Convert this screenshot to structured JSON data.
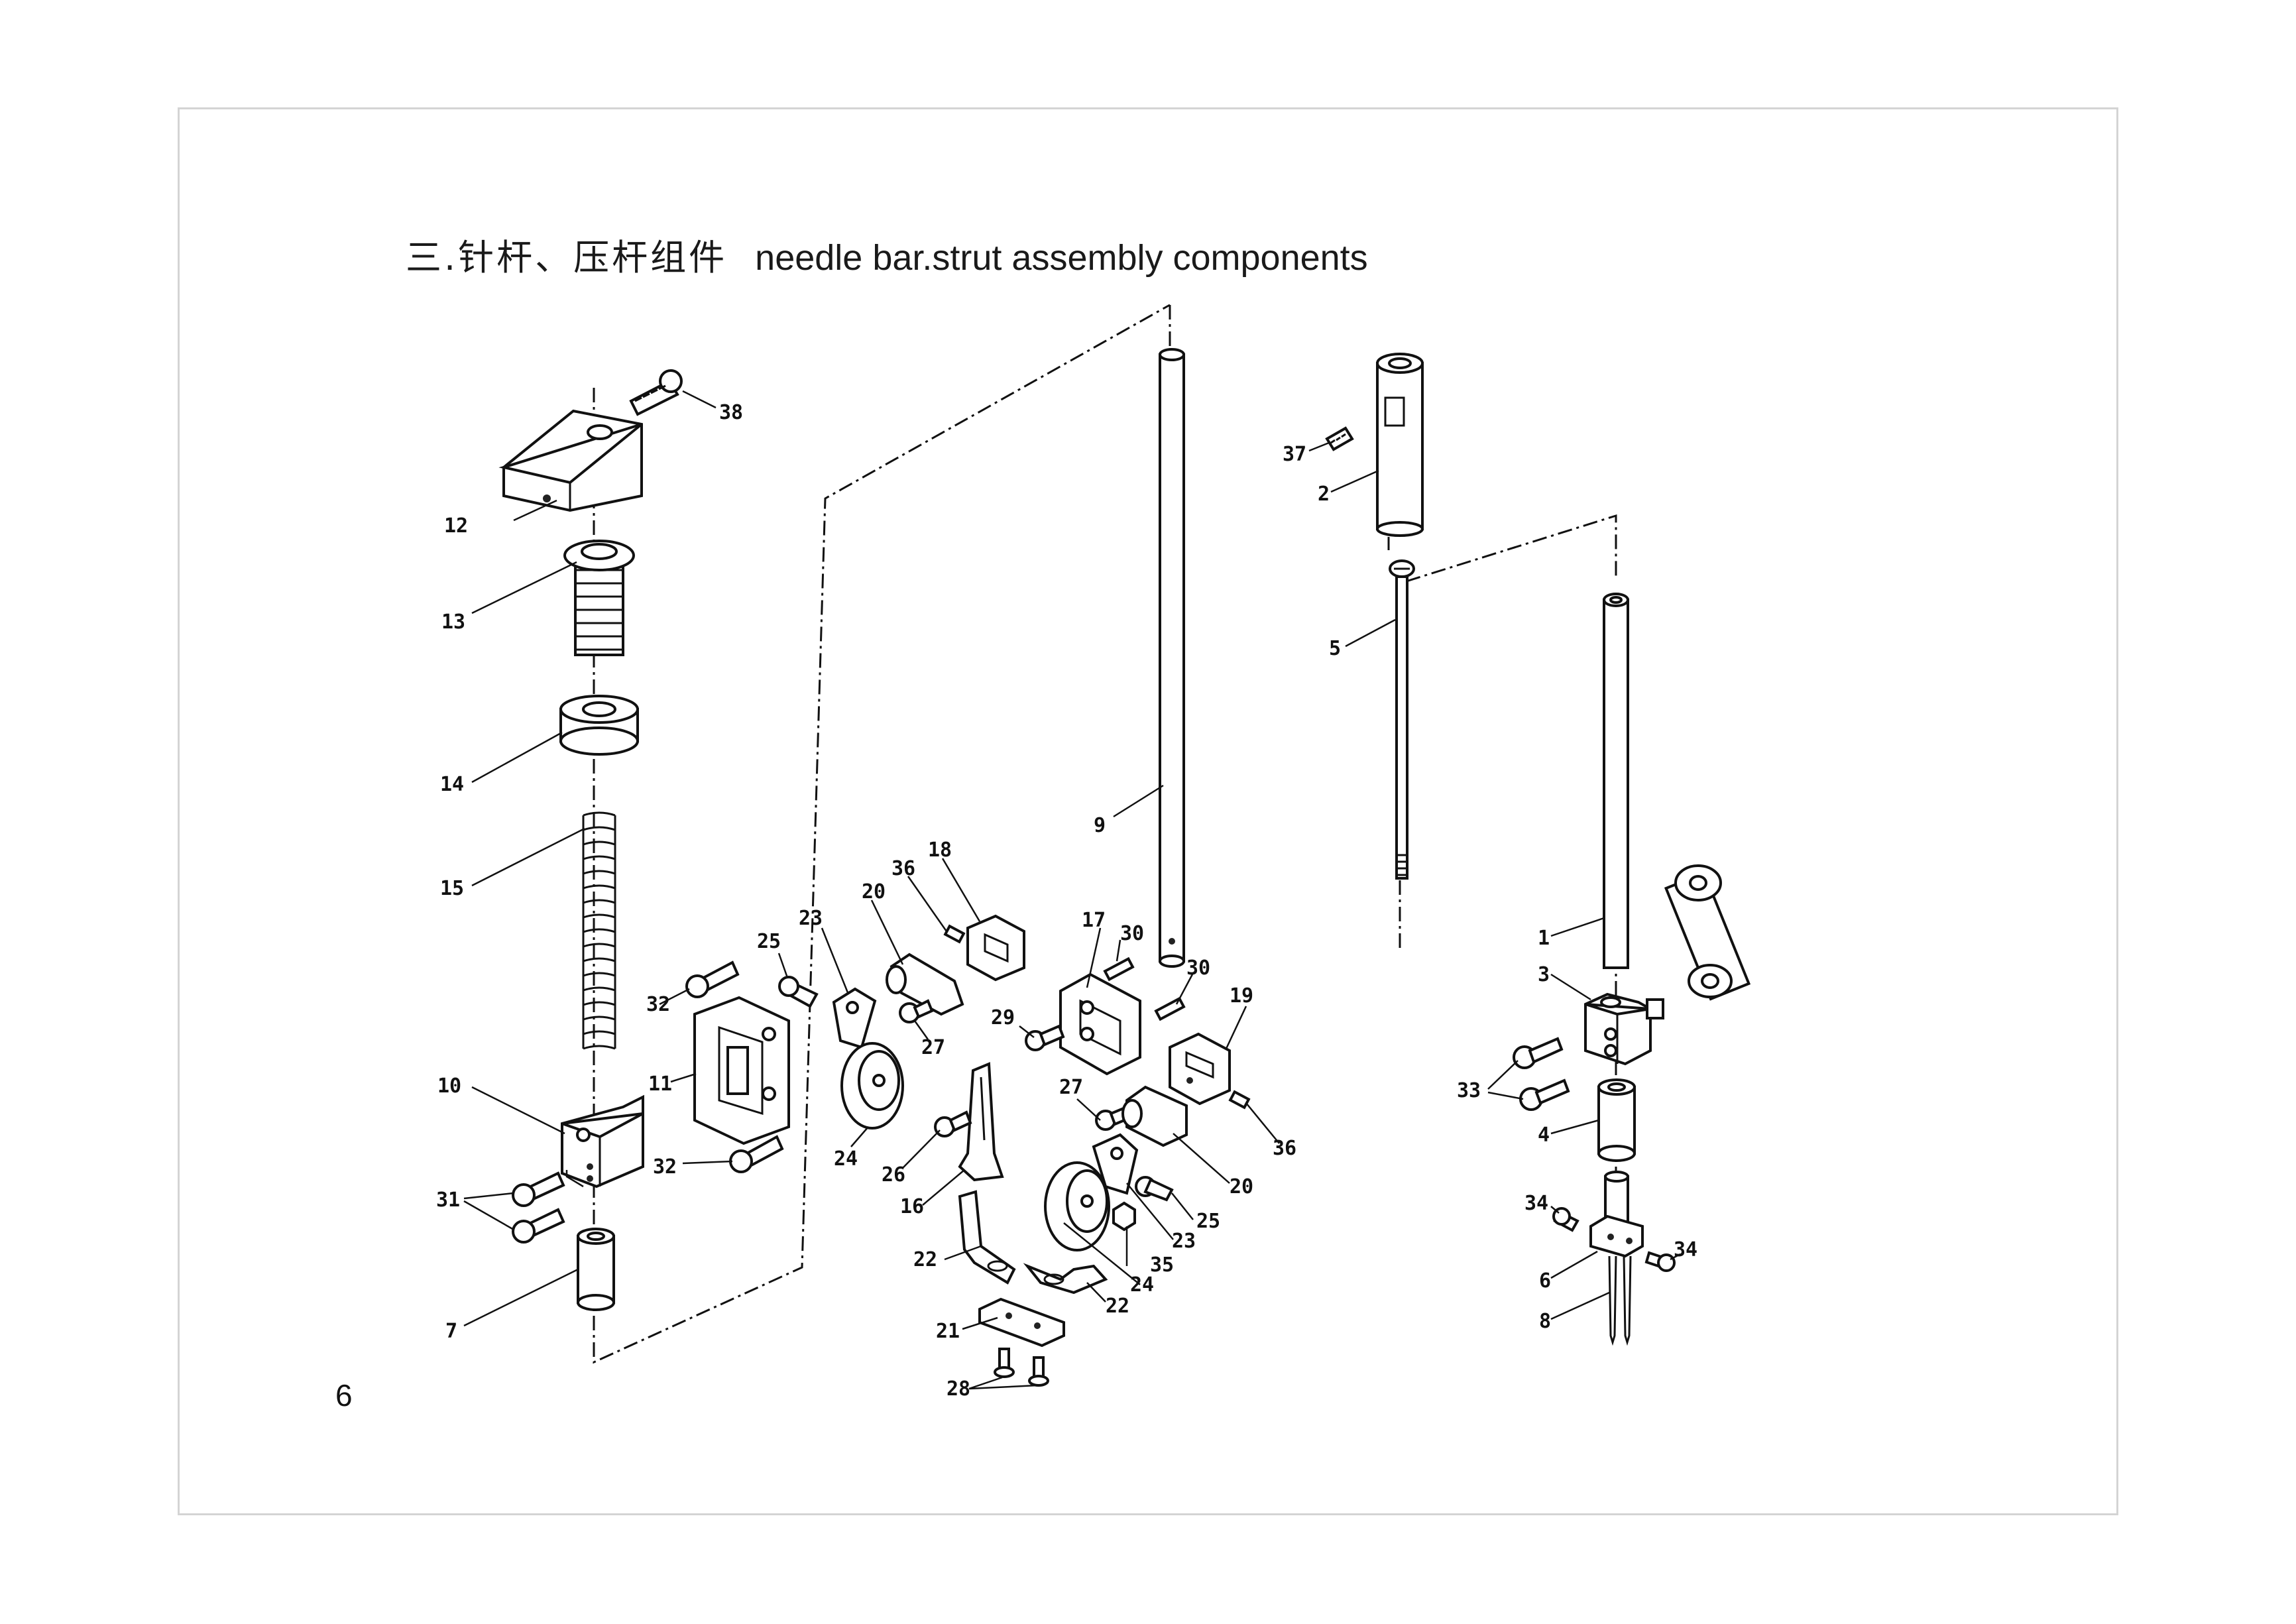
{
  "page": {
    "title_cn": "三.针杆、压杆组件",
    "title_en": "needle bar.strut assembly components",
    "page_number": "6"
  },
  "callouts": {
    "c1": "1",
    "c2": "2",
    "c3": "3",
    "c4": "4",
    "c5": "5",
    "c6": "6",
    "c7": "7",
    "c8": "8",
    "c9": "9",
    "c10": "10",
    "c11": "11",
    "c12": "12",
    "c13": "13",
    "c14": "14",
    "c15": "15",
    "c16": "16",
    "c17": "17",
    "c18": "18",
    "c19": "19",
    "c20a": "20",
    "c20b": "20",
    "c21": "21",
    "c22a": "22",
    "c22b": "22",
    "c23a": "23",
    "c23b": "23",
    "c24a": "24",
    "c24b": "24",
    "c25a": "25",
    "c25b": "25",
    "c26": "26",
    "c27a": "27",
    "c27b": "27",
    "c28": "28",
    "c29": "29",
    "c30a": "30",
    "c30b": "30",
    "c31": "31",
    "c32a": "32",
    "c32b": "32",
    "c33": "33",
    "c34a": "34",
    "c34b": "34",
    "c35": "35",
    "c36a": "36",
    "c36b": "36",
    "c37": "37",
    "c38": "38"
  }
}
